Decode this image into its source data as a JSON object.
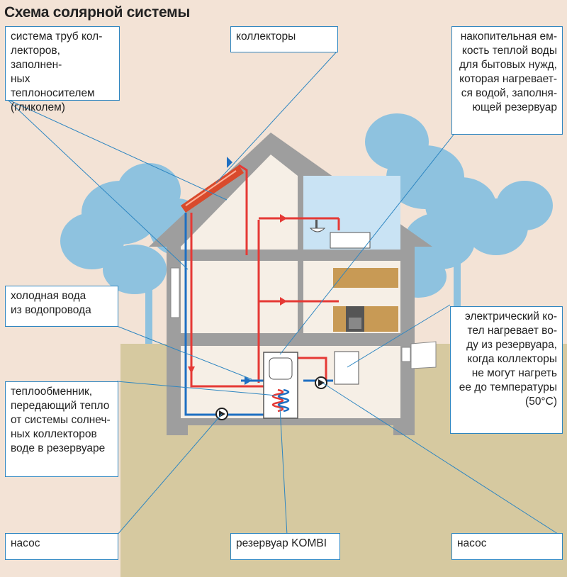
{
  "title": "Схема солярной системы",
  "labels": {
    "pipes": "система труб кол-\nлекторов, заполнен-\nных теплоносителем\n(гликолем)",
    "collectors": "коллекторы",
    "storage": "накопительная ем-\nкость теплой воды\nдля бытовых нужд,\nкоторая нагревает-\nся водой, заполня-\nющей резервуар",
    "cold_water": "холодная вода\nиз водопровода",
    "boiler": "электрический ко-\nтел нагревает во-\nду из резервуара,\nкогда коллекторы\nне могут нагреть\nее до температуры\n(50°C)",
    "exchanger": "теплообменник,\nпередающий тепло\nот системы солнеч-\nных коллекторов\nводе в резервуаре",
    "pump_left": "насос",
    "tank": "резервуар KOMBI",
    "pump_right": "насос"
  },
  "colors": {
    "background": "#f3e3d6",
    "house_wall": "#9e9e9e",
    "room": "#f6efe6",
    "bathroom": "#c9e3f4",
    "trees": "#8ec2df",
    "ground": "#d6c9a0",
    "hot_pipe": "#e53935",
    "cold_pipe": "#1e6fc2",
    "collector": "#d94a2c",
    "callout_line": "#2e86c1",
    "kitchen": "#c89a55"
  }
}
